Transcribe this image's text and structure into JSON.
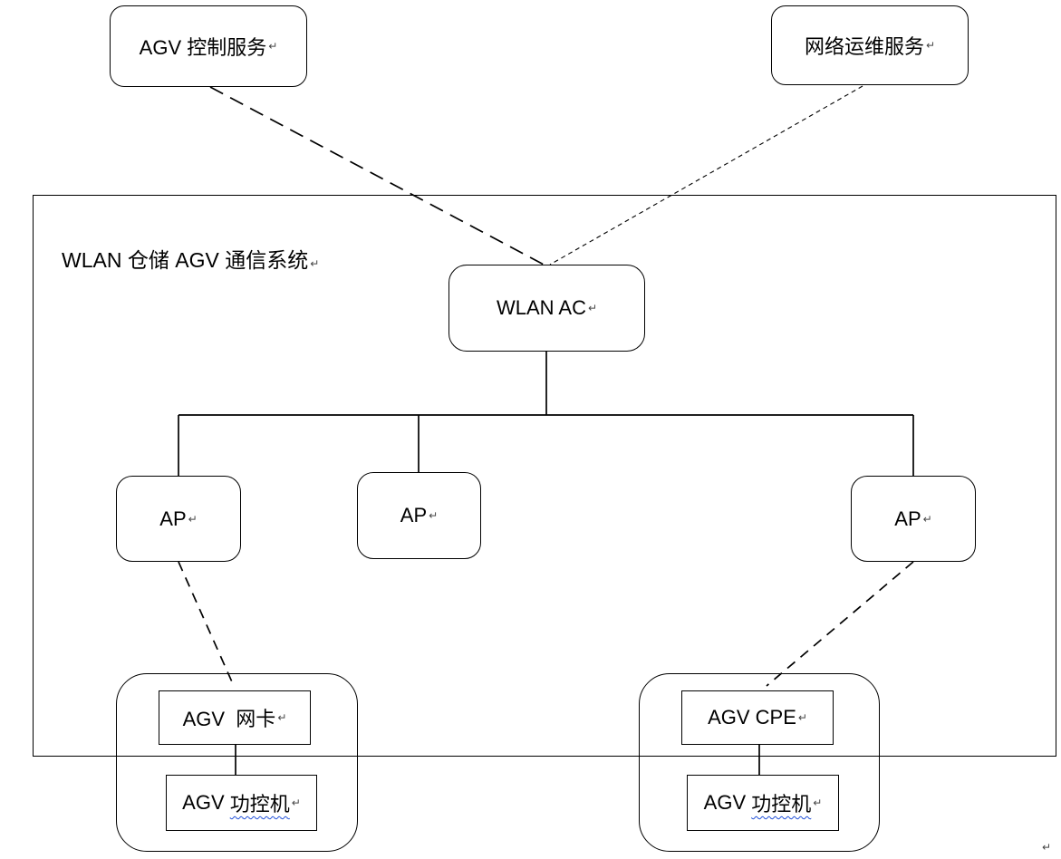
{
  "marks": {
    "pilcrow": "↵"
  },
  "system": {
    "title": "WLAN 仓储 AGV 通信系统"
  },
  "nodes": {
    "agv_control": "AGV 控制服务",
    "network_ops": "网络运维服务",
    "wlan_ac": "WLAN AC",
    "ap": "AP",
    "agv_nic": "AGV  网卡",
    "agv_cpe": "AGV CPE",
    "ipc_prefix": "AGV ",
    "ipc_wavy": "功控机"
  }
}
